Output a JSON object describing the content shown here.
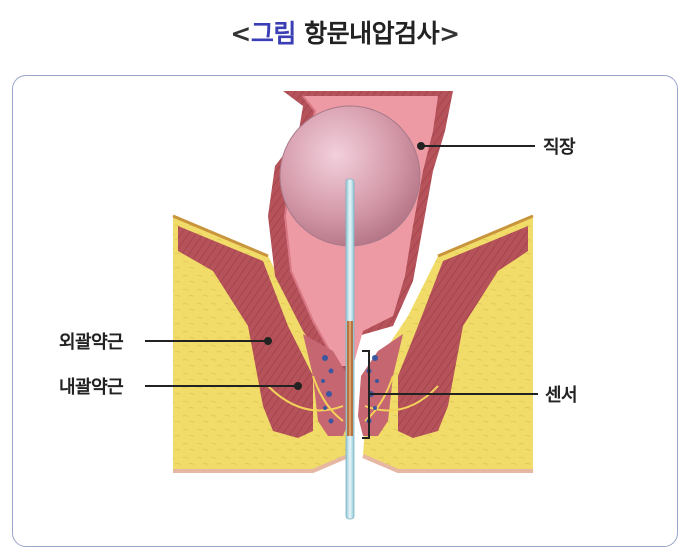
{
  "header": {
    "bracket_open": "<",
    "lead": "그림",
    "title": "항문내압검사",
    "bracket_close": ">"
  },
  "labels": {
    "rectum": "직장",
    "external_sphincter": "외괄약근",
    "internal_sphincter": "내괄약근",
    "sensor": "센서"
  },
  "colors": {
    "accent": "#3b3fb6",
    "muscle": "#b5525a",
    "fat": "#f1dc6a",
    "mucosa": "#ee9aa4",
    "frame_border": "#9aa6c9"
  }
}
